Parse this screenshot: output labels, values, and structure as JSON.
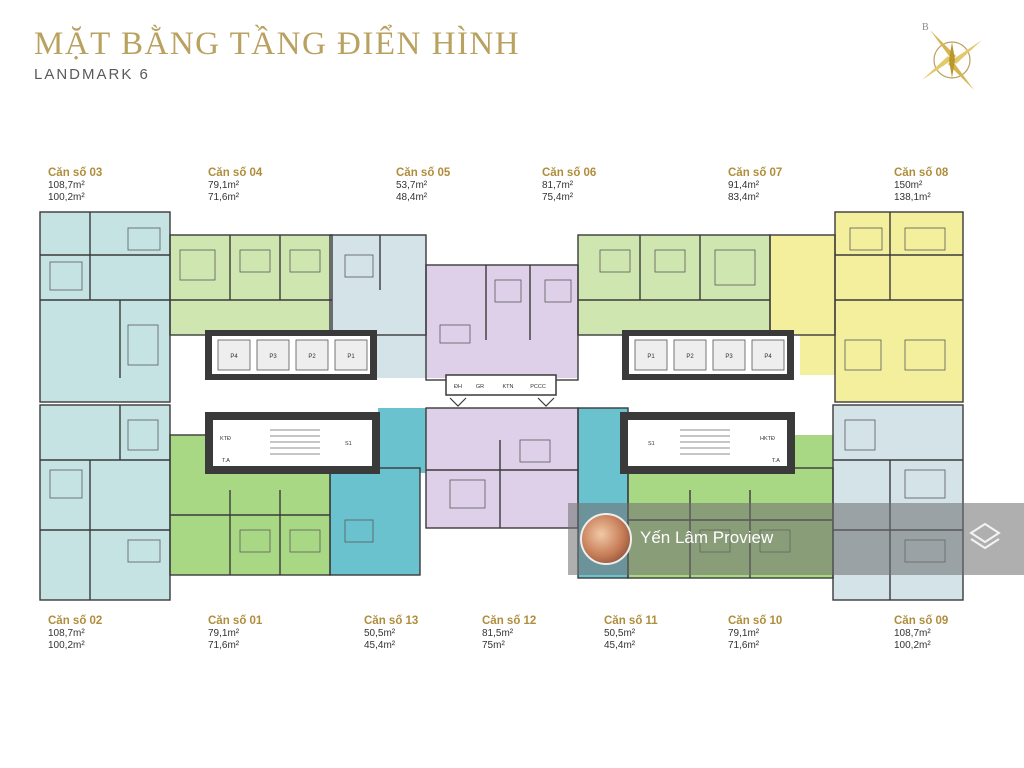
{
  "header": {
    "title": "MẶT BẰNG TẦNG ĐIỂN HÌNH",
    "subtitle": "LANDMARK 6"
  },
  "compass": {
    "label": "B"
  },
  "units_top": [
    {
      "name": "Căn số 03",
      "area1": "108,7m²",
      "area2": "100,2m²"
    },
    {
      "name": "Căn số 04",
      "area1": "79,1m²",
      "area2": "71,6m²"
    },
    {
      "name": "Căn số 05",
      "area1": "53,7m²",
      "area2": "48,4m²"
    },
    {
      "name": "Căn số 06",
      "area1": "81,7m²",
      "area2": "75,4m²"
    },
    {
      "name": "Căn số 07",
      "area1": "91,4m²",
      "area2": "83,4m²"
    },
    {
      "name": "Căn số 08",
      "area1": "150m²",
      "area2": "138,1m²"
    }
  ],
  "units_bottom": [
    {
      "name": "Căn số 02",
      "area1": "108,7m²",
      "area2": "100,2m²"
    },
    {
      "name": "Căn số 01",
      "area1": "79,1m²",
      "area2": "71,6m²"
    },
    {
      "name": "Căn số 13",
      "area1": "50,5m²",
      "area2": "45,4m²"
    },
    {
      "name": "Căn số 12",
      "area1": "81,5m²",
      "area2": "75m²"
    },
    {
      "name": "Căn số 11",
      "area1": "50,5m²",
      "area2": "45,4m²"
    },
    {
      "name": "Căn số 10",
      "area1": "79,1m²",
      "area2": "71,6m²"
    },
    {
      "name": "Căn số 09",
      "area1": "108,7m²",
      "area2": "100,2m²"
    }
  ],
  "core_labels": {
    "lifts_left": [
      "P4",
      "P3",
      "P2",
      "P1"
    ],
    "lifts_right": [
      "P1",
      "P2",
      "P3",
      "P4"
    ],
    "service": [
      "ĐH",
      "GR",
      "KTN",
      "PCCC"
    ],
    "stair_left": [
      "KTĐ",
      "T.A",
      "S1"
    ],
    "stair_right": [
      "S1",
      "HKTĐ",
      "T.A"
    ]
  },
  "colors": {
    "blue": "#c5e3e2",
    "green": "#cfe6b0",
    "green_dark": "#a9d885",
    "lavender": "#ddd0e8",
    "teal": "#6bc2cf",
    "yellow": "#f3ef9c",
    "gray_blue": "#d3e3e8",
    "gold": "#b9a160"
  },
  "watermark": {
    "text": "Yến Lâm Proview"
  }
}
